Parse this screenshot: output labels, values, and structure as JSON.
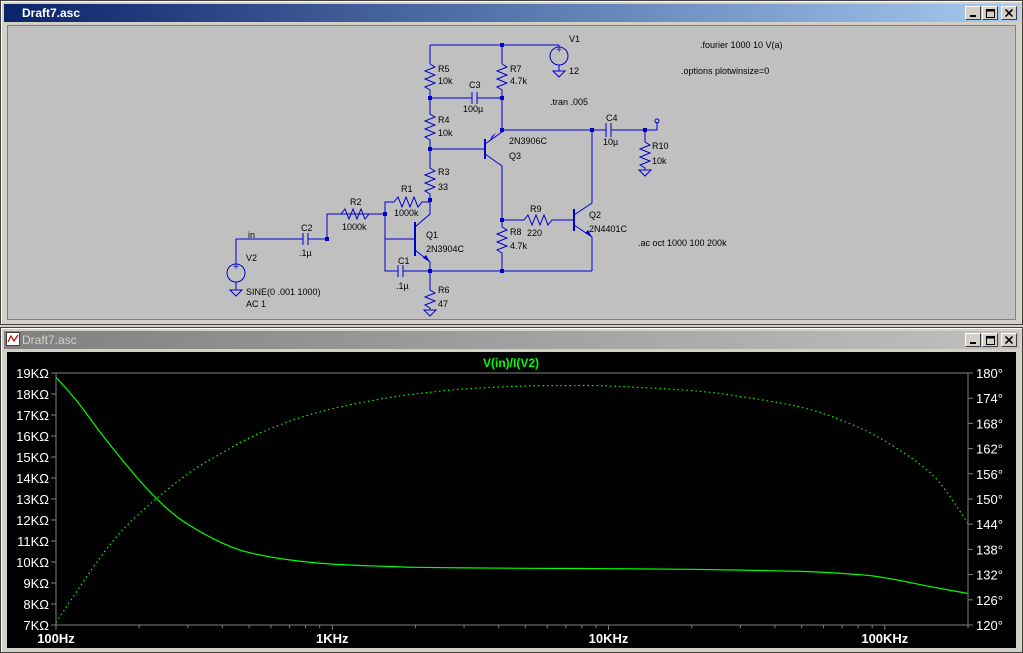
{
  "schematic_window": {
    "title": "Draft7.asc",
    "components": {
      "v1": {
        "name": "V1",
        "value": "12"
      },
      "v2": {
        "name": "V2",
        "value": "SINE(0 .001 1000)",
        "ac": "AC 1"
      },
      "r5": {
        "name": "R5",
        "value": "10k"
      },
      "r7": {
        "name": "R7",
        "value": "4.7k"
      },
      "c3": {
        "name": "C3",
        "value": "100µ"
      },
      "r4": {
        "name": "R4",
        "value": "10k"
      },
      "q3": {
        "name": "Q3",
        "model": "2N3906C"
      },
      "c4": {
        "name": "C4",
        "value": "10µ"
      },
      "r10": {
        "name": "R10",
        "value": "10k"
      },
      "r3": {
        "name": "R3",
        "value": "33"
      },
      "r1": {
        "name": "R1",
        "value": "1000k"
      },
      "r2": {
        "name": "R2",
        "value": "1000k"
      },
      "c2": {
        "name": "C2",
        "value": ".1µ"
      },
      "q1": {
        "name": "Q1",
        "model": "2N3904C"
      },
      "c1": {
        "name": "C1",
        "value": ".1µ"
      },
      "r6": {
        "name": "R6",
        "value": "47"
      },
      "r8": {
        "name": "R8",
        "value": "4.7k"
      },
      "r9": {
        "name": "R9",
        "value": "220"
      },
      "q2": {
        "name": "Q2",
        "model": "2N4401C"
      }
    },
    "net_in": "in",
    "directives": {
      "fourier": ".fourier 1000 10 V(a)",
      "options": ".options plotwinsize=0",
      "tran": ".tran .005",
      "ac": ".ac oct 1000 100 200k"
    }
  },
  "plot_window": {
    "title": "Draft7.asc",
    "trace_label": "V(in)/I(V2)",
    "colors": {
      "trace": "#00ff00",
      "background": "#000000",
      "axis": "#808080",
      "labels": "#ffffff"
    }
  },
  "chart_data": {
    "type": "line",
    "title": "V(in)/I(V2)",
    "x_scale": "log",
    "xlim": [
      100,
      200000
    ],
    "x_ticks": [
      {
        "value": 100,
        "label": "100Hz"
      },
      {
        "value": 1000,
        "label": "1KHz"
      },
      {
        "value": 10000,
        "label": "10KHz"
      },
      {
        "value": 100000,
        "label": "100KHz"
      }
    ],
    "y_left_lim": [
      7,
      19
    ],
    "y_left_ticks": [
      {
        "value": 19,
        "label": "19KΩ"
      },
      {
        "value": 18,
        "label": "18KΩ"
      },
      {
        "value": 17,
        "label": "17KΩ"
      },
      {
        "value": 16,
        "label": "16KΩ"
      },
      {
        "value": 15,
        "label": "15KΩ"
      },
      {
        "value": 14,
        "label": "14KΩ"
      },
      {
        "value": 13,
        "label": "13KΩ"
      },
      {
        "value": 12,
        "label": "12KΩ"
      },
      {
        "value": 11,
        "label": "11KΩ"
      },
      {
        "value": 10,
        "label": "10KΩ"
      },
      {
        "value": 9,
        "label": "9KΩ"
      },
      {
        "value": 8,
        "label": "8KΩ"
      },
      {
        "value": 7,
        "label": "7KΩ"
      }
    ],
    "y_right_lim": [
      120,
      180
    ],
    "y_right_ticks": [
      {
        "value": 180,
        "label": "180°"
      },
      {
        "value": 174,
        "label": "174°"
      },
      {
        "value": 168,
        "label": "168°"
      },
      {
        "value": 162,
        "label": "162°"
      },
      {
        "value": 156,
        "label": "156°"
      },
      {
        "value": 150,
        "label": "150°"
      },
      {
        "value": 144,
        "label": "144°"
      },
      {
        "value": 138,
        "label": "138°"
      },
      {
        "value": 132,
        "label": "132°"
      },
      {
        "value": 126,
        "label": "126°"
      },
      {
        "value": 120,
        "label": "120°"
      }
    ],
    "series": [
      {
        "style": "solid",
        "axis": "left",
        "x": [
          100,
          120,
          150,
          200,
          250,
          300,
          400,
          500,
          700,
          1000,
          1500,
          2000,
          3000,
          5000,
          10000,
          20000,
          50000,
          80000,
          100000,
          150000,
          200000
        ],
        "y": [
          18.8,
          17.6,
          15.9,
          13.9,
          12.6,
          11.8,
          10.9,
          10.45,
          10.1,
          9.9,
          9.8,
          9.75,
          9.72,
          9.7,
          9.68,
          9.65,
          9.55,
          9.4,
          9.25,
          8.8,
          8.5
        ]
      },
      {
        "style": "dotted",
        "axis": "right",
        "x": [
          100,
          150,
          200,
          300,
          400,
          500,
          700,
          1000,
          1500,
          2000,
          3000,
          5000,
          7000,
          10000,
          20000,
          30000,
          50000,
          70000,
          100000,
          150000,
          200000
        ],
        "y": [
          120.6,
          137.5,
          146.5,
          156,
          161,
          164.5,
          168.5,
          171.5,
          173.8,
          175,
          176.2,
          176.9,
          177,
          176.9,
          175.8,
          174.4,
          171.8,
          168.7,
          163.8,
          155.5,
          144.2
        ]
      }
    ]
  }
}
